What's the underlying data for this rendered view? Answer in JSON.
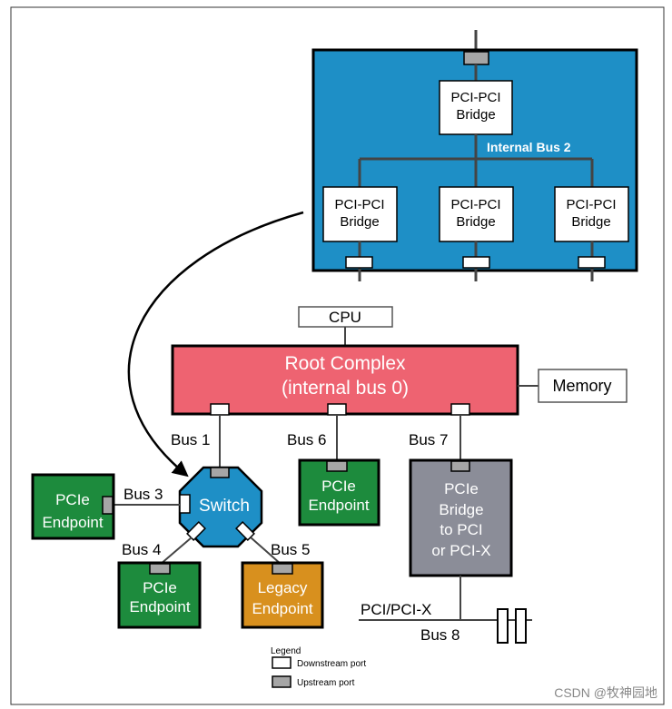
{
  "switch_detail": {
    "bridge_top": "PCI-PCI\nBridge",
    "internal_bus": "Internal Bus 2",
    "bridges": [
      "PCI-PCI\nBridge",
      "PCI-PCI\nBridge",
      "PCI-PCI\nBridge"
    ]
  },
  "cpu_label": "CPU",
  "root_complex": {
    "line1": "Root Complex",
    "line2": "(internal bus 0)"
  },
  "memory_label": "Memory",
  "buses": {
    "bus1": "Bus 1",
    "bus3": "Bus 3",
    "bus4": "Bus 4",
    "bus5": "Bus 5",
    "bus6": "Bus 6",
    "bus7": "Bus 7",
    "bus8": "Bus 8"
  },
  "switch_label": "Switch",
  "endpoints": {
    "ep_bus3": "PCIe\nEndpoint",
    "ep_bus4": "PCIe\nEndpoint",
    "ep_bus6": "PCIe\nEndpoint",
    "legacy": "Legacy\nEndpoint",
    "bridge_pci": "PCIe\nBridge\nto PCI\nor PCI-X"
  },
  "pci_bus_label": "PCI/PCI-X",
  "legend": {
    "title": "Legend",
    "downstream": "Downstream port",
    "upstream": "Upstream port"
  },
  "watermark": "CSDN @牧神园地",
  "colors": {
    "switch_box": "#1e8fc6",
    "root_complex": "#ee6371",
    "pcie_endpoint": "#1d8b3d",
    "legacy_endpoint": "#d8901e",
    "pci_bridge": "#8b8d98",
    "upstream_port": "#a6a6a6"
  }
}
